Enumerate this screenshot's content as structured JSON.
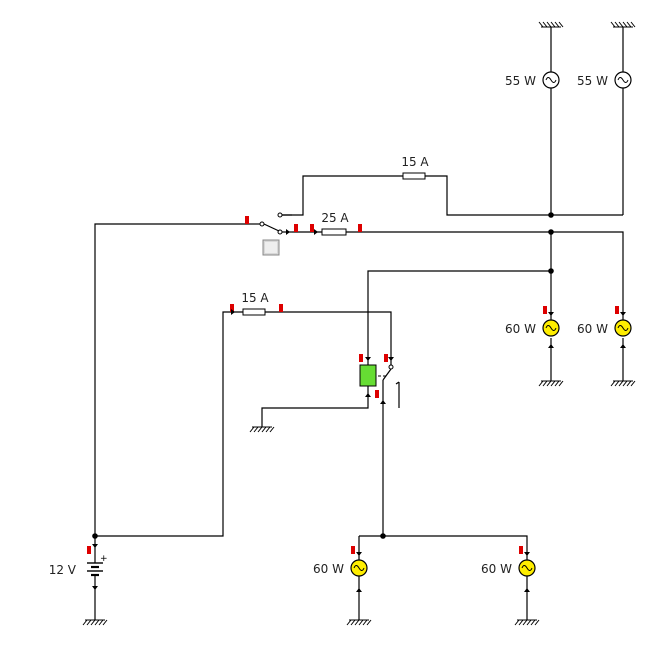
{
  "circuit": {
    "colors": {
      "lamp_on": "#ffee00",
      "marker": "#dd0000",
      "relay_coil": "#66dd33",
      "switch_knob": "#cccccc"
    },
    "fuses": {
      "top": "15 A",
      "main": "25 A",
      "left": "15 A"
    },
    "battery": {
      "label": "12 V",
      "plus": "+"
    },
    "lamps": {
      "top_a": "55 W",
      "top_b": "55 W",
      "mid_a": "60 W",
      "mid_b": "60 W",
      "bottom_a": "60 W",
      "bottom_b": "60 W"
    },
    "icons": [
      "ground-symbol",
      "lamp-symbol",
      "fuse-symbol",
      "relay-coil",
      "toggle-switch",
      "battery-symbol"
    ]
  }
}
